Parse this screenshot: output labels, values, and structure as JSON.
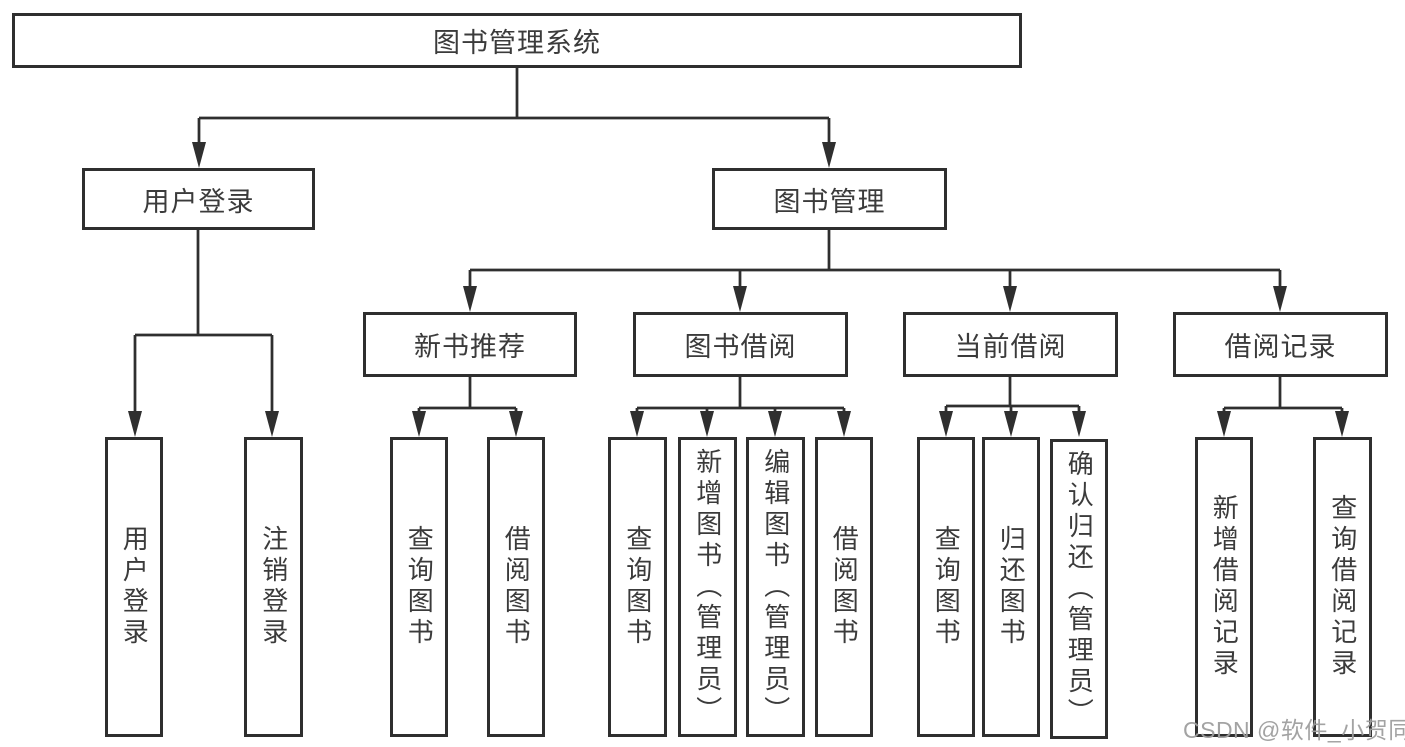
{
  "tree": {
    "root": {
      "label": "图书管理系统"
    },
    "branches": [
      {
        "label": "用户登录",
        "children": [
          {
            "label": "用户登录"
          },
          {
            "label": "注销登录"
          }
        ]
      },
      {
        "label": "图书管理",
        "children": [
          {
            "label": "新书推荐",
            "children": [
              {
                "label": "查询图书"
              },
              {
                "label": "借阅图书"
              }
            ]
          },
          {
            "label": "图书借阅",
            "children": [
              {
                "label": "查询图书"
              },
              {
                "label": "新增图书（管理员）"
              },
              {
                "label": "编辑图书（管理员）"
              },
              {
                "label": "借阅图书"
              }
            ]
          },
          {
            "label": "当前借阅",
            "children": [
              {
                "label": "查询图书"
              },
              {
                "label": "归还图书"
              },
              {
                "label": "确认归还（管理员）"
              }
            ]
          },
          {
            "label": "借阅记录",
            "children": [
              {
                "label": "新增借阅记录"
              },
              {
                "label": "查询借阅记录"
              }
            ]
          }
        ]
      }
    ]
  },
  "watermark": {
    "text": "CSDN @软件_小贺同学",
    "color": "#9e9e9e"
  },
  "colors": {
    "line": "#2f2f2f",
    "text": "#3b3b3b",
    "background": "#ffffff"
  }
}
